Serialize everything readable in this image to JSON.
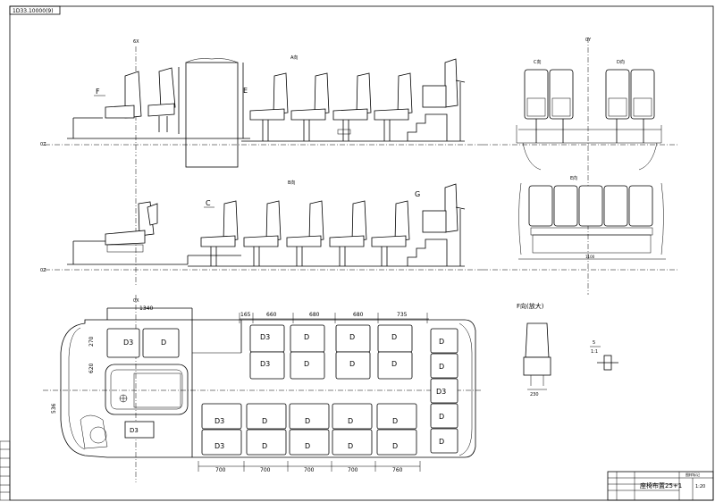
{
  "sheet_code": "1D33.10000(9)",
  "view_labels": {
    "top_elevation": "A向",
    "mid_elevation": "B向",
    "front_row_view": "C向",
    "rear_row_view": "D向",
    "rear_bench_view": "E向",
    "detail_view": "F向(放大)"
  },
  "letters": {
    "f": "F",
    "e": "E",
    "c": "C",
    "g": "G"
  },
  "grid_labels": {
    "top": "6X",
    "ref": "0Z",
    "y": "0Y",
    "x": "0X"
  },
  "top_dimensions": [
    "1340",
    "165",
    "660",
    "680",
    "680",
    "735"
  ],
  "bottom_dimensions": [
    "700",
    "700",
    "700",
    "700",
    "760"
  ],
  "side_dimensions": [
    "270",
    "620",
    "536"
  ],
  "seat_labels": {
    "d3": "D3",
    "d": "D"
  },
  "right_column_seats": [
    "D",
    "D",
    "D3",
    "D",
    "D"
  ],
  "detail": {
    "width": "230",
    "ratio_top": "5",
    "ratio_bottom": "1:1"
  },
  "rear_bench_dim": "1100",
  "title_block": {
    "name": "座椅布置25+1",
    "scale": "1:20",
    "sheet": "图样标记"
  }
}
